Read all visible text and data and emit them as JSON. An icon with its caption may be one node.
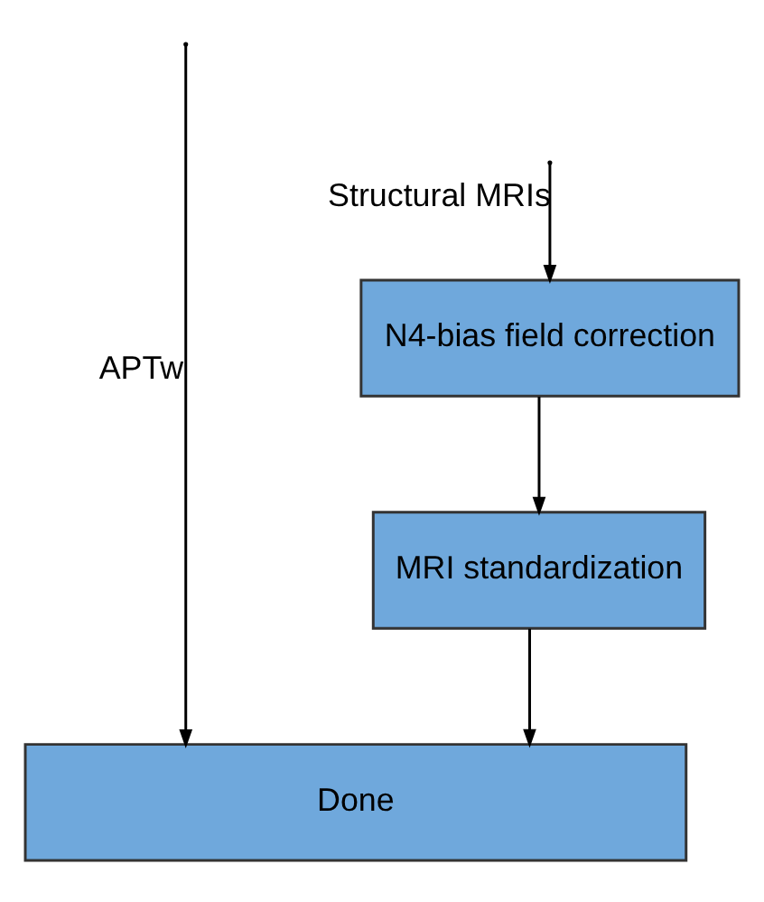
{
  "diagram": {
    "nodes": [
      {
        "text": [
          "N4-bias field correction"
        ]
      },
      {
        "text": [
          "MRI standardization"
        ]
      },
      {
        "text": [
          "Done"
        ]
      }
    ],
    "edges": [
      {
        "from": null,
        "to": 2,
        "arrow": "to",
        "label": "APTw"
      },
      {
        "from": null,
        "to": 0,
        "arrow": "to",
        "label": "Structural MRIs"
      },
      {
        "from": 0,
        "to": 1,
        "arrow": "to"
      },
      {
        "from": 1,
        "to": 2,
        "arrow": "to"
      }
    ]
  }
}
